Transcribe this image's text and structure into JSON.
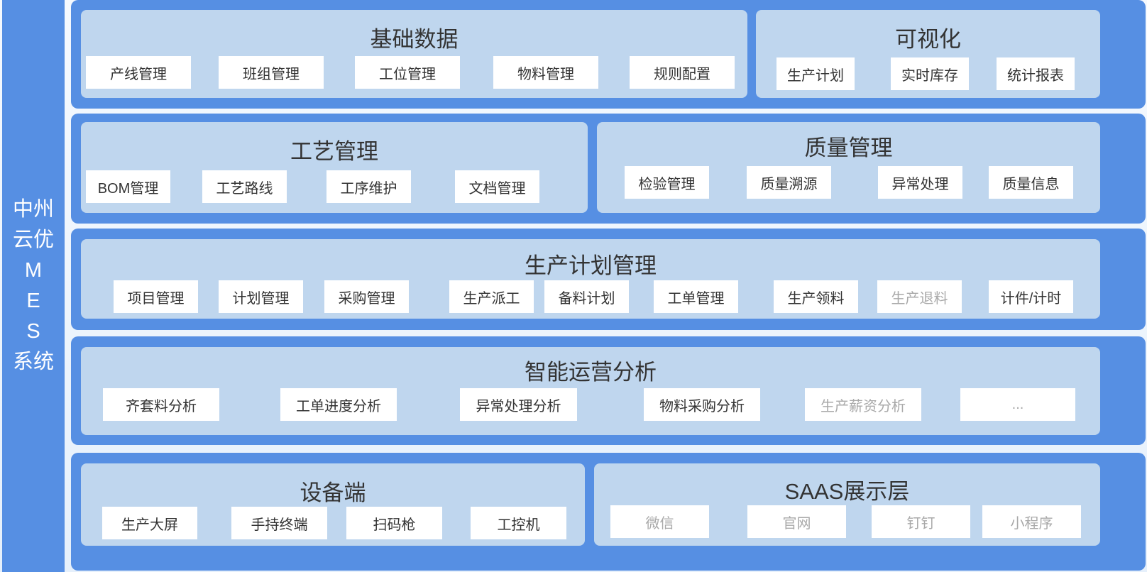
{
  "sidebar": {
    "lines": [
      "中州",
      "云优",
      "M",
      "E",
      "S",
      "系统"
    ]
  },
  "colors": {
    "band": "#568fe3",
    "panel": "#bfd6ee",
    "item": "#ffffff",
    "text": "#333333",
    "muted_text": "#a9a9a9"
  },
  "layers": {
    "basic_data": {
      "title": "基础数据",
      "items": [
        "产线管理",
        "班组管理",
        "工位管理",
        "物料管理",
        "规则配置"
      ]
    },
    "visualization": {
      "title": "可视化",
      "items": [
        "生产计划",
        "实时库存",
        "统计报表"
      ]
    },
    "process": {
      "title": "工艺管理",
      "items": [
        "BOM管理",
        "工艺路线",
        "工序维护",
        "文档管理"
      ]
    },
    "quality": {
      "title": "质量管理",
      "items": [
        "检验管理",
        "质量溯源",
        "异常处理",
        "质量信息"
      ]
    },
    "production_plan": {
      "title": "生产计划管理",
      "items": [
        "项目管理",
        "计划管理",
        "采购管理",
        "生产派工",
        "备料计划",
        "工单管理",
        "生产领料",
        "生产退料",
        "计件/计时"
      ],
      "muted": [
        "生产退料"
      ]
    },
    "analytics": {
      "title": "智能运营分析",
      "items": [
        "齐套料分析",
        "工单进度分析",
        "异常处理分析",
        "物料采购分析",
        "生产薪资分析",
        "..."
      ],
      "muted": [
        "生产薪资分析",
        "..."
      ]
    },
    "devices": {
      "title": "设备端",
      "items": [
        "生产大屏",
        "手持终端",
        "扫码枪",
        "工控机"
      ]
    },
    "saas": {
      "title": "SAAS展示层",
      "items": [
        "微信",
        "官网",
        "钉钉",
        "小程序"
      ],
      "muted": [
        "微信",
        "官网",
        "钉钉",
        "小程序"
      ]
    }
  }
}
